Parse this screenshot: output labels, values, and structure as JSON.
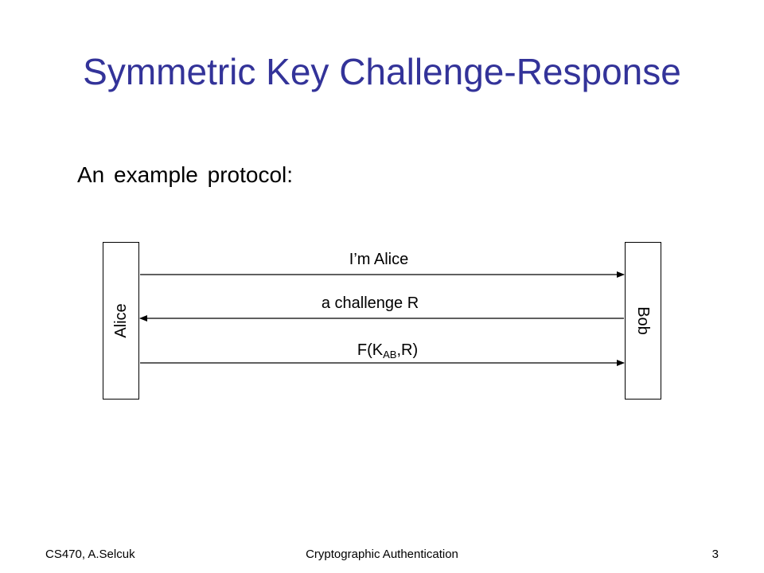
{
  "slide": {
    "title": "Symmetric Key Challenge-Response",
    "subtitle": "An example protocol:"
  },
  "diagram": {
    "alice_label": "Alice",
    "bob_label": "Bob",
    "messages": [
      {
        "text": "I’m Alice",
        "direction": "alice-to-bob"
      },
      {
        "text": "a challenge R",
        "direction": "bob-to-alice"
      },
      {
        "prefix": "F(K",
        "subscript": "AB",
        "suffix": ",R)",
        "direction": "alice-to-bob"
      }
    ]
  },
  "footer": {
    "left": "CS470, A.Selcuk",
    "center": "Cryptographic Authentication",
    "right": "3"
  },
  "colors": {
    "title": "#333399",
    "text": "#000000"
  }
}
